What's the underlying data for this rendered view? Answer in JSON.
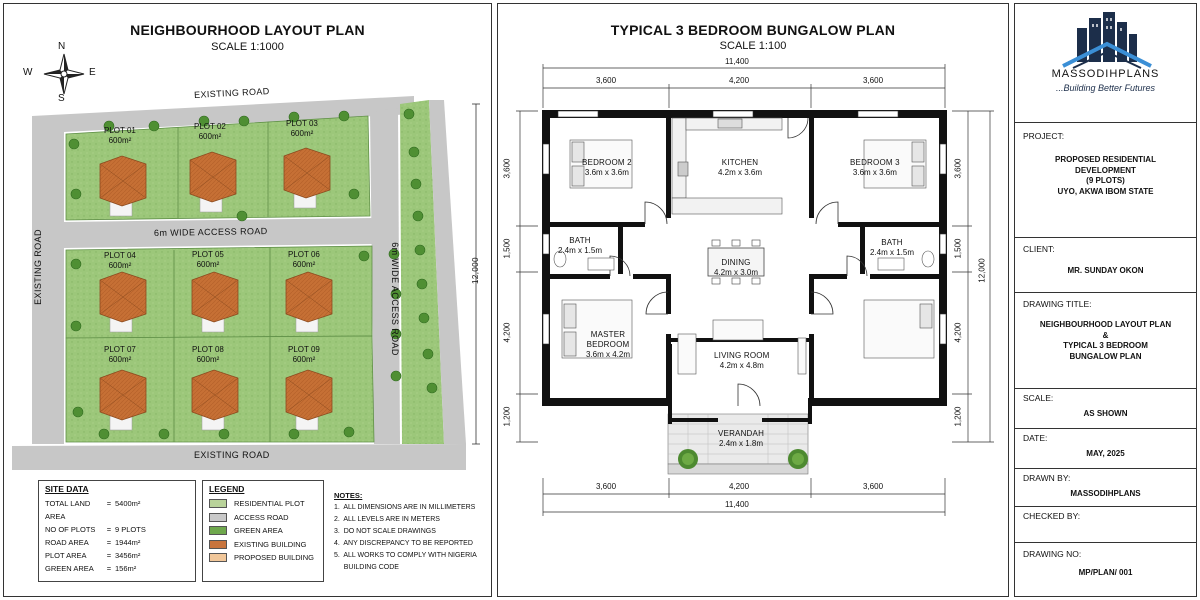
{
  "neighbourhood": {
    "title": "NEIGHBOURHOOD LAYOUT PLAN",
    "scale": "SCALE 1:1000",
    "compass": {
      "n": "N",
      "s": "S",
      "e": "E",
      "w": "W"
    },
    "roads": {
      "top": "EXISTING ROAD",
      "bottom": "EXISTING ROAD",
      "left": "EXISTING ROAD",
      "middle": "6m WIDE ACCESS ROAD",
      "right": "6m WIDE ACCESS ROAD"
    },
    "overall_dim": "12,000",
    "plots": [
      {
        "name": "PLOT 01",
        "area": "600m²"
      },
      {
        "name": "PLOT 02",
        "area": "600m²"
      },
      {
        "name": "PLOT 03",
        "area": "600m²"
      },
      {
        "name": "PLOT 04",
        "area": "600m²"
      },
      {
        "name": "PLOT 05",
        "area": "600m²"
      },
      {
        "name": "PLOT 06",
        "area": "600m²"
      },
      {
        "name": "PLOT 07",
        "area": "600m²"
      },
      {
        "name": "PLOT 08",
        "area": "600m²"
      },
      {
        "name": "PLOT 09",
        "area": "600m²"
      }
    ],
    "site_data": {
      "heading": "SITE DATA",
      "rows": [
        {
          "k": "TOTAL LAND AREA",
          "v": "5400m²"
        },
        {
          "k": "NO OF PLOTS",
          "v": "9 PLOTS"
        },
        {
          "k": "ROAD AREA",
          "v": "1944m²"
        },
        {
          "k": "PLOT AREA",
          "v": "3456m²"
        },
        {
          "k": "GREEN AREA",
          "v": "156m²"
        }
      ]
    },
    "legend": {
      "heading": "LEGEND",
      "items": [
        {
          "label": "RESIDENTIAL PLOT",
          "color": "#b9d39a"
        },
        {
          "label": "ACCESS ROAD",
          "color": "#c9c9c9"
        },
        {
          "label": "GREEN AREA",
          "color": "#6fa84d"
        },
        {
          "label": "EXISTING BUILDING",
          "color": "#c8743d"
        },
        {
          "label": "PROPOSED BUILDING",
          "color": "#f1c79a"
        }
      ]
    },
    "notes": {
      "heading": "NOTES:",
      "items": [
        "1.  ALL DIMENSIONS ARE IN MILLIMETERS",
        "2.  ALL LEVELS ARE IN METERS",
        "3.  DO NOT SCALE DRAWINGS",
        "4.  ANY DISCREPANCY TO BE REPORTED",
        "5.  ALL WORKS TO COMPLY WITH NIGERIA",
        "     BUILDING CODE"
      ]
    }
  },
  "bungalow": {
    "title": "TYPICAL 3 BEDROOM BUNGALOW PLAN",
    "scale": "SCALE 1:100",
    "dims_top": {
      "total": "11,400",
      "a": "3,600",
      "b": "4,200",
      "c": "3,600"
    },
    "dims_bottom": {
      "total": "11,400",
      "a": "3,600",
      "b": "4,200",
      "c": "3,600"
    },
    "dims_left": {
      "a": "3,600",
      "b": "1,500",
      "c": "4,200",
      "d": "1,200"
    },
    "dims_right": {
      "total": "12,000",
      "a": "3,600",
      "b": "1,500",
      "c": "4,200",
      "d": "1,200"
    },
    "rooms": {
      "bedroom2": {
        "name": "BEDROOM 2",
        "size": "3.6m x 3.6m"
      },
      "kitchen": {
        "name": "KITCHEN",
        "size": "4.2m x 3.6m"
      },
      "bedroom3": {
        "name": "BEDROOM 3",
        "size": "3.6m x 3.6m"
      },
      "bath_left": {
        "name": "BATH",
        "size": "2.4m x 1.5m"
      },
      "dining": {
        "name": "DINING",
        "size": "4.2m x 3.0m"
      },
      "bath_right": {
        "name": "BATH",
        "size": "2.4m x 1.5m"
      },
      "master": {
        "name": "MASTER",
        "name2": "BEDROOM",
        "size": "3.6m x 4.2m"
      },
      "living": {
        "name": "LIVING ROOM",
        "size": "4.2m x 4.8m"
      },
      "verandah": {
        "name": "VERANDAH",
        "size": "2.4m x 1.8m"
      }
    }
  },
  "titleblock": {
    "brand": "MASSODIHPLANS",
    "tagline": "...Building Better Futures",
    "project_label": "PROJECT:",
    "project_lines": [
      "PROPOSED RESIDENTIAL",
      "DEVELOPMENT",
      "(9 PLOTS)",
      "UYO, AKWA IBOM STATE"
    ],
    "client_label": "CLIENT:",
    "client": "MR. SUNDAY OKON",
    "drawing_title_label": "DRAWING TITLE:",
    "drawing_title_lines": [
      "NEIGHBOURHOOD LAYOUT PLAN",
      "&",
      "TYPICAL 3 BEDROOM",
      "BUNGALOW PLAN"
    ],
    "scale_label": "SCALE:",
    "scale": "AS SHOWN",
    "date_label": "DATE:",
    "date": "MAY, 2025",
    "drawn_by_label": "DRAWN BY:",
    "drawn_by": "MASSODIHPLANS",
    "checked_by_label": "CHECKED BY:",
    "drawing_no_label": "DRAWING NO:",
    "drawing_no": "MP/PLAN/ 001"
  }
}
